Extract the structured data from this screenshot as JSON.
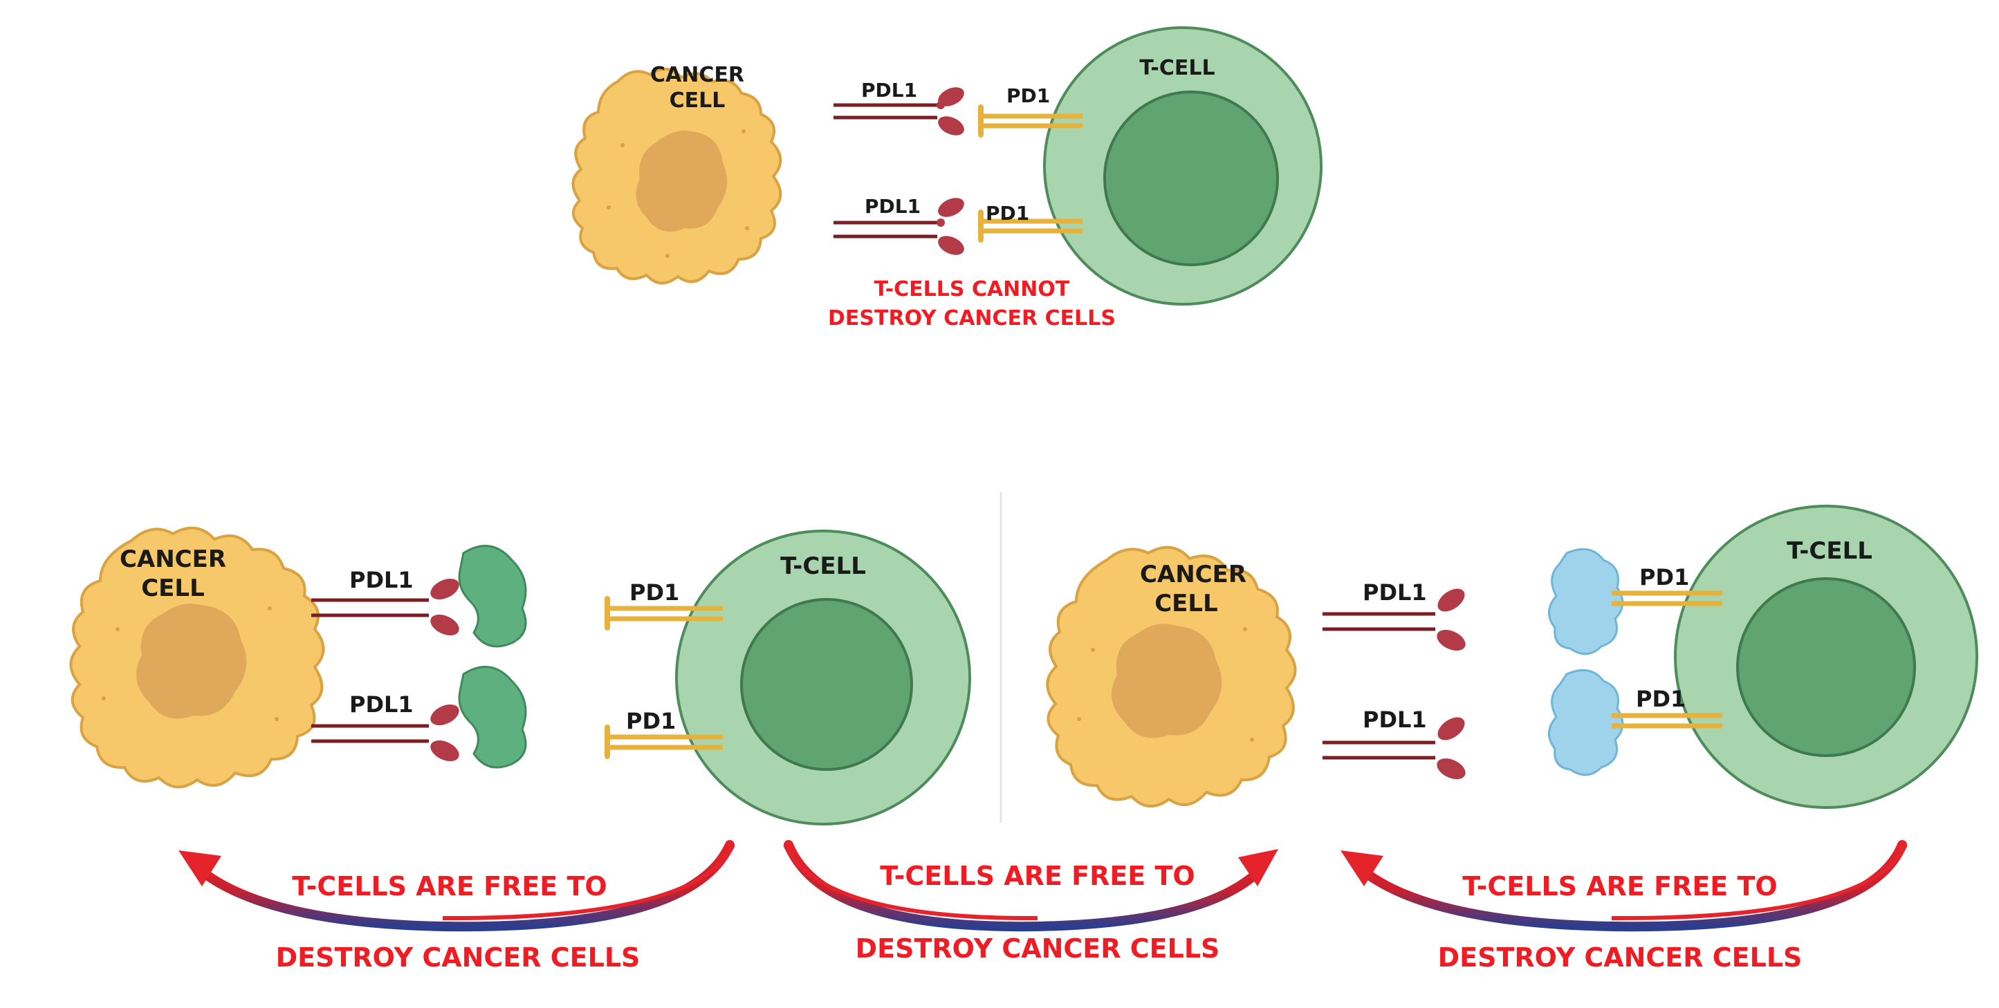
{
  "colors": {
    "cancer_fill": "#f6c86a",
    "cancer_stroke": "#d9a243",
    "nucleus_fill": "#e0a85a",
    "tcell_outer": "#a8d5ae",
    "tcell_stroke": "#4e8c5c",
    "tcell_nucleus": "#5fa471",
    "pdl1": "#b33b48",
    "pd1": "#e7b23c",
    "antibody_pdl1": "#5fb07f",
    "antibody_pd1": "#9fd3ec",
    "caption_red": "#ef1c24",
    "arrow_red": "#e5232b",
    "arrow_blue": "#2b3d8f"
  },
  "top_panel": {
    "cancer_label_line1": "CANCER",
    "cancer_label_line2": "CELL",
    "tcell_label": "T-CELL",
    "pdl1_label_1": "PDL1",
    "pdl1_label_2": "PDL1",
    "pd1_label_1": "PD1",
    "pd1_label_2": "PD1",
    "caption_line1": "T-CELLS CANNOT",
    "caption_line2": "DESTROY CANCER CELLS"
  },
  "panel_left": {
    "cancer_label_line1": "CANCER",
    "cancer_label_line2": "CELL",
    "tcell_label": "T-CELL",
    "pdl1_label_1": "PDL1",
    "pdl1_label_2": "PDL1",
    "pd1_label_1": "PD1",
    "pd1_label_2": "PD1",
    "caption_line1": "T-CELLS ARE FREE TO",
    "caption_line2": "DESTROY CANCER CELLS"
  },
  "panel_center": {
    "caption_line1": "T-CELLS ARE FREE TO",
    "caption_line2": "DESTROY CANCER CELLS"
  },
  "panel_right": {
    "cancer_label_line1": "CANCER",
    "cancer_label_line2": "CELL",
    "tcell_label": "T-CELL",
    "pdl1_label_1": "PDL1",
    "pdl1_label_2": "PDL1",
    "pd1_label_1": "PD1",
    "pd1_label_2": "PD1",
    "caption_line1": "T-CELLS ARE FREE TO",
    "caption_line2": "DESTROY CANCER CELLS"
  }
}
